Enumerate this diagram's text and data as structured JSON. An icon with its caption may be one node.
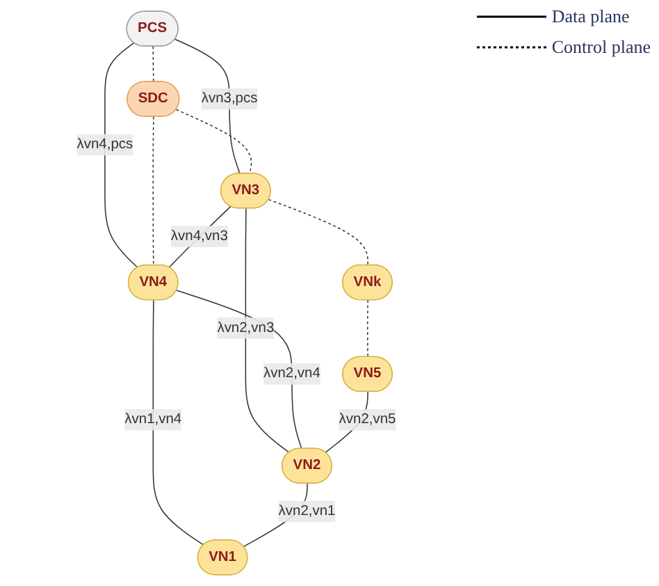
{
  "diagram": {
    "nodes": [
      {
        "text": [
          "PCS"
        ]
      },
      {
        "text": [
          "SDC"
        ]
      },
      {
        "text": [
          "VN3"
        ]
      },
      {
        "text": [
          "VN4"
        ]
      },
      {
        "text": [
          "VNk"
        ]
      },
      {
        "text": [
          "VN1"
        ]
      },
      {
        "text": [
          "VN5"
        ]
      },
      {
        "text": [
          "VN2"
        ]
      }
    ],
    "edges": [
      {
        "from": 0,
        "to": 2,
        "arrow": "none",
        "label": "λvn3,pcs"
      },
      {
        "from": 0,
        "to": 3,
        "arrow": "none",
        "label": "λvn4,pcs"
      },
      {
        "from": 0,
        "to": 1,
        "arrow": "none",
        "style": "dashed"
      },
      {
        "from": 1,
        "to": 2,
        "arrow": "none",
        "style": "dashed"
      },
      {
        "from": 1,
        "to": 3,
        "arrow": "none",
        "style": "dashed"
      },
      {
        "from": 2,
        "to": 3,
        "arrow": "none",
        "label": "λvn4,vn3"
      },
      {
        "from": 2,
        "to": 4,
        "arrow": "none",
        "style": "dashed"
      },
      {
        "from": 2,
        "to": 7,
        "arrow": "none",
        "label": "λvn2,vn3"
      },
      {
        "from": 3,
        "to": 7,
        "arrow": "none",
        "label": "λvn2,vn4"
      },
      {
        "from": 3,
        "to": 5,
        "arrow": "none",
        "label": "λvn1,vn4"
      },
      {
        "from": 4,
        "to": 6,
        "arrow": "none",
        "style": "dashed"
      },
      {
        "from": 6,
        "to": 7,
        "arrow": "none",
        "label": "λvn2,vn5"
      },
      {
        "from": 7,
        "to": 5,
        "arrow": "none",
        "label": "λvn2,vn1"
      }
    ],
    "legend": [
      {
        "text": "Data plane"
      },
      {
        "text": "Control plane"
      }
    ]
  }
}
